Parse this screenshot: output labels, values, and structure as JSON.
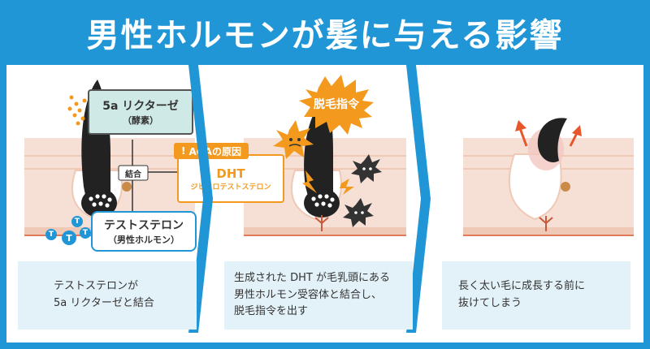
{
  "title": "男性ホルモンが髪に与える影響",
  "colors": {
    "header_blue": "#2196d6",
    "accent_orange": "#f39a1e",
    "box_teal": "#cfe9e6",
    "caption_bg": "#e3f1f8",
    "skin": "#f6e0d6",
    "hair": "#222222"
  },
  "panel1": {
    "enzyme_name": "5a リクターゼ",
    "enzyme_sub": "（酵素）",
    "bind_label": "結合",
    "hormone_name": "テストステロン",
    "hormone_sub": "（男性ホルモン）",
    "molecule_letter": "T",
    "caption": "テストステロンが\n5a リクターゼと結合"
  },
  "panel2": {
    "cause_label": "AGAの原因",
    "dht_name": "DHT",
    "dht_sub": "ジヒドロテストステロン",
    "order_label": "脱毛指令",
    "caption": "生成された DHT が毛乳頭にある\n男性ホルモン受容体と結合し、\n脱毛指令を出す"
  },
  "panel3": {
    "caption": "長く太い毛に成長する前に\n抜けてしまう"
  }
}
